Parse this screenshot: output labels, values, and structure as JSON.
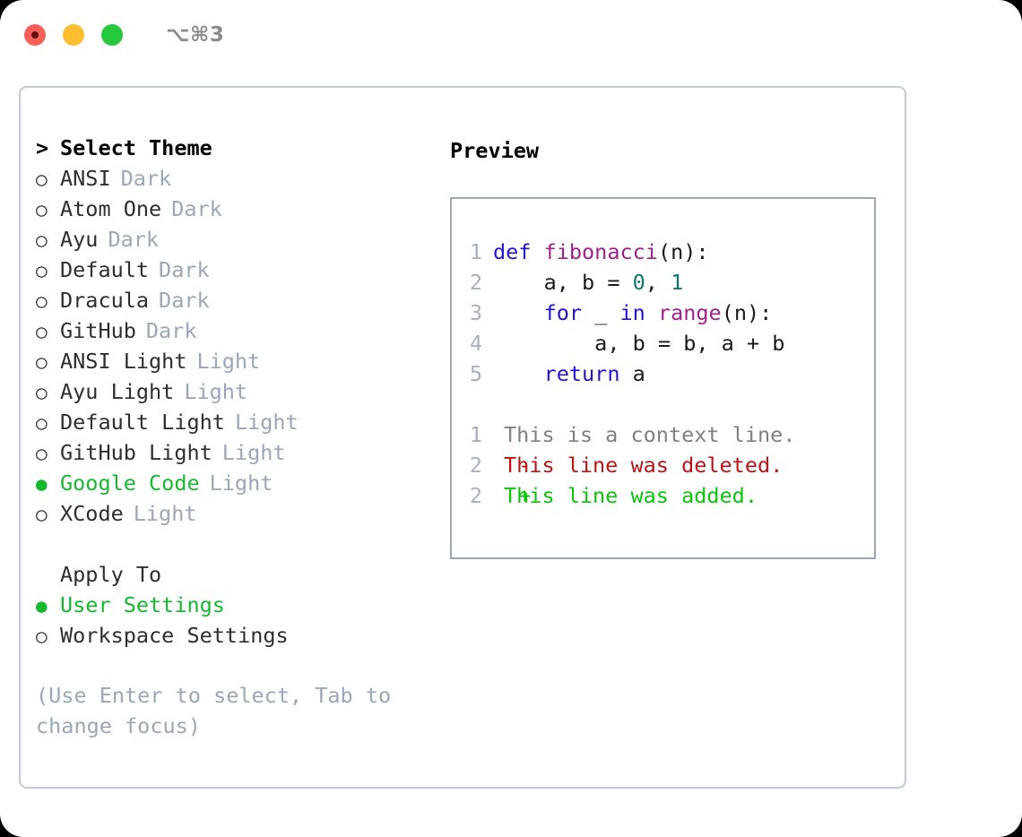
{
  "titlebar": {
    "shortcut": "⌥⌘3",
    "buttons": [
      {
        "name": "close",
        "color": "#fb6058"
      },
      {
        "name": "minimize",
        "color": "#fdbd2e"
      },
      {
        "name": "maximize",
        "color": "#27c93f"
      }
    ]
  },
  "theme_picker": {
    "header_marker": ">",
    "header": "Select Theme",
    "marker_unselected": "○",
    "marker_selected": "●",
    "items": [
      {
        "label": "ANSI",
        "variant": "Dark",
        "selected": false
      },
      {
        "label": "Atom One",
        "variant": "Dark",
        "selected": false
      },
      {
        "label": "Ayu",
        "variant": "Dark",
        "selected": false
      },
      {
        "label": "Default",
        "variant": "Dark",
        "selected": false
      },
      {
        "label": "Dracula",
        "variant": "Dark",
        "selected": false
      },
      {
        "label": "GitHub",
        "variant": "Dark",
        "selected": false
      },
      {
        "label": "ANSI Light",
        "variant": "Light",
        "selected": false
      },
      {
        "label": "Ayu Light",
        "variant": "Light",
        "selected": false
      },
      {
        "label": "Default Light",
        "variant": "Light",
        "selected": false
      },
      {
        "label": "GitHub Light",
        "variant": "Light",
        "selected": false
      },
      {
        "label": "Google Code",
        "variant": "Light",
        "selected": true
      },
      {
        "label": "XCode",
        "variant": "Light",
        "selected": false
      }
    ]
  },
  "apply_to": {
    "title": "Apply To",
    "items": [
      {
        "label": "User Settings",
        "selected": true
      },
      {
        "label": "Workspace Settings",
        "selected": false
      }
    ]
  },
  "hint": "(Use Enter to select, Tab to change focus)",
  "preview": {
    "title": "Preview",
    "code_lines": [
      {
        "num": "1",
        "tokens": [
          {
            "t": "def ",
            "c": "kw"
          },
          {
            "t": "fibonacci",
            "c": "fn"
          },
          {
            "t": "(n):",
            "c": "plain"
          }
        ]
      },
      {
        "num": "2",
        "tokens": [
          {
            "t": "    a, b = ",
            "c": "plain"
          },
          {
            "t": "0",
            "c": "num"
          },
          {
            "t": ", ",
            "c": "plain"
          },
          {
            "t": "1",
            "c": "num"
          }
        ]
      },
      {
        "num": "3",
        "tokens": [
          {
            "t": "    ",
            "c": "plain"
          },
          {
            "t": "for",
            "c": "kw"
          },
          {
            "t": " _ ",
            "c": "plain"
          },
          {
            "t": "in",
            "c": "kw"
          },
          {
            "t": " ",
            "c": "plain"
          },
          {
            "t": "range",
            "c": "fn"
          },
          {
            "t": "(n):",
            "c": "plain"
          }
        ]
      },
      {
        "num": "4",
        "tokens": [
          {
            "t": "        a, b = b, a + b",
            "c": "plain"
          }
        ]
      },
      {
        "num": "5",
        "tokens": [
          {
            "t": "    ",
            "c": "plain"
          },
          {
            "t": "return",
            "c": "kw"
          },
          {
            "t": " a",
            "c": "plain"
          }
        ]
      }
    ],
    "diff_lines": [
      {
        "num": "1",
        "sign": " ",
        "text": "This is a context line.",
        "c": "ctx"
      },
      {
        "num": "2",
        "sign": "-",
        "text": "This line was deleted.",
        "c": "del"
      },
      {
        "num": "2",
        "sign": "+",
        "text": "This line was added.",
        "c": "add"
      }
    ]
  },
  "colors": {
    "accent_green": "#16b830",
    "keyword_blue": "#2113d4",
    "function_magenta": "#a3208c",
    "number_teal": "#0d7777",
    "diff_delete_red": "#bb1414",
    "diff_add_green": "#0bc40b",
    "muted_gray": "#9aa7b8",
    "panel_border": "#c3cad3",
    "preview_border": "#9aa7b4"
  }
}
